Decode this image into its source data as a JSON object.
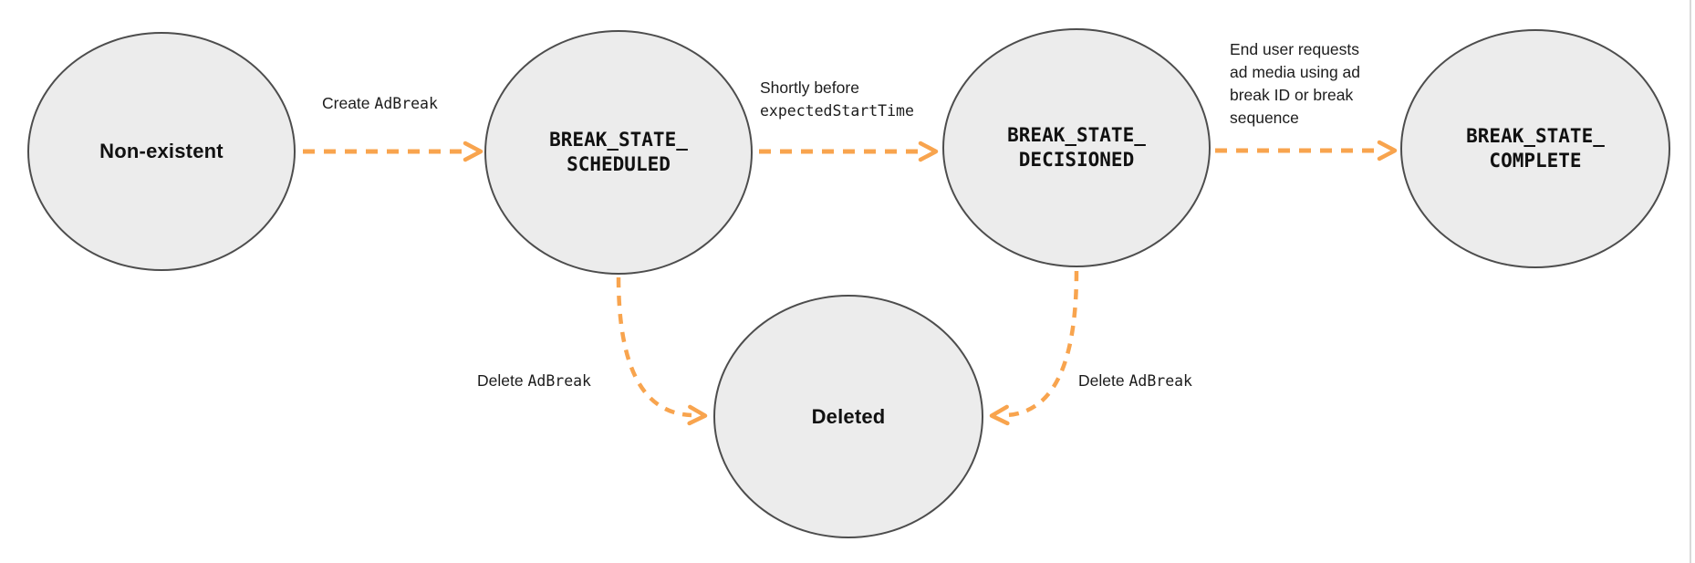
{
  "diagram": {
    "type": "state-diagram",
    "colors": {
      "arrow": "#F8A44E",
      "state_fill": "#ECECEC",
      "state_border": "#4D4D4D",
      "text": "#1C1C1C"
    },
    "states": [
      {
        "id": "non-existent",
        "label": "Non-existent"
      },
      {
        "id": "break-state-scheduled",
        "line1": "BREAK_STATE_",
        "line2": "SCHEDULED"
      },
      {
        "id": "break-state-decisioned",
        "line1": "BREAK_STATE_",
        "line2": "DECISIONED"
      },
      {
        "id": "break-state-complete",
        "line1": "BREAK_STATE_",
        "line2": "COMPLETE"
      },
      {
        "id": "deleted",
        "label": "Deleted"
      }
    ],
    "transitions": [
      {
        "id": "create-adbreak",
        "from": "non-existent",
        "to": "break-state-scheduled",
        "prefix": "Create ",
        "code": "AdBreak"
      },
      {
        "id": "shortly-before-expected-start-time",
        "from": "break-state-scheduled",
        "to": "break-state-decisioned",
        "line1": "Shortly before",
        "code": "expectedStartTime"
      },
      {
        "id": "end-user-requests-ad-media",
        "from": "break-state-decisioned",
        "to": "break-state-complete",
        "lines": [
          "End user requests",
          "ad media using ad",
          "break ID or break",
          "sequence"
        ]
      },
      {
        "id": "delete-adbreak-from-scheduled",
        "from": "break-state-scheduled",
        "to": "deleted",
        "prefix": "Delete ",
        "code": "AdBreak"
      },
      {
        "id": "delete-adbreak-from-decisioned",
        "from": "break-state-decisioned",
        "to": "deleted",
        "prefix": "Delete ",
        "code": "AdBreak"
      }
    ]
  }
}
